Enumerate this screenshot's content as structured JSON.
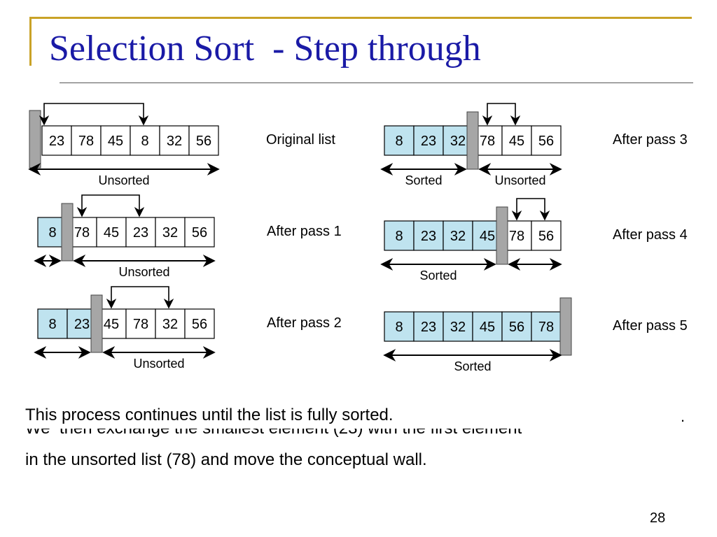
{
  "slide": {
    "title": "Selection Sort  - Step through",
    "caption_line1": "This process continues until the list is fully sorted.",
    "caption_hidden": "We  then exchange the smallest element (23) with the first element",
    "caption_line2": "in the unsorted list (78) and move the conceptual wall.",
    "dot": ".",
    "page_number": "28"
  },
  "colors": {
    "title": "#1a1aa6",
    "sorted_fill": "#bfe3ef",
    "wall": "#a6a6a6",
    "frame": "#c9a227"
  },
  "passes": [
    {
      "label": "Original list",
      "values": [
        "23",
        "78",
        "45",
        "8",
        "32",
        "56"
      ],
      "sorted_count": 0,
      "swap": [
        0,
        3
      ],
      "sorted_label": "",
      "unsorted_label": "Unsorted"
    },
    {
      "label": "After pass 1",
      "values": [
        "8",
        "78",
        "45",
        "23",
        "32",
        "56"
      ],
      "sorted_count": 1,
      "swap": [
        1,
        3
      ],
      "sorted_label": "",
      "unsorted_label": "Unsorted"
    },
    {
      "label": "After pass 2",
      "values": [
        "8",
        "23",
        "45",
        "78",
        "32",
        "56"
      ],
      "sorted_count": 2,
      "swap": [
        2,
        4
      ],
      "sorted_label": "",
      "unsorted_label": "Unsorted"
    },
    {
      "label": "After pass 3",
      "values": [
        "8",
        "23",
        "32",
        "78",
        "45",
        "56"
      ],
      "sorted_count": 3,
      "swap": [
        3,
        4
      ],
      "sorted_label": "Sorted",
      "unsorted_label": "Unsorted"
    },
    {
      "label": "After pass 4",
      "values": [
        "8",
        "23",
        "32",
        "45",
        "78",
        "56"
      ],
      "sorted_count": 4,
      "swap": [
        4,
        5
      ],
      "sorted_label": "Sorted",
      "unsorted_label": ""
    },
    {
      "label": "After pass 5",
      "values": [
        "8",
        "23",
        "32",
        "45",
        "56",
        "78"
      ],
      "sorted_count": 6,
      "swap": null,
      "sorted_label": "Sorted",
      "unsorted_label": ""
    }
  ]
}
